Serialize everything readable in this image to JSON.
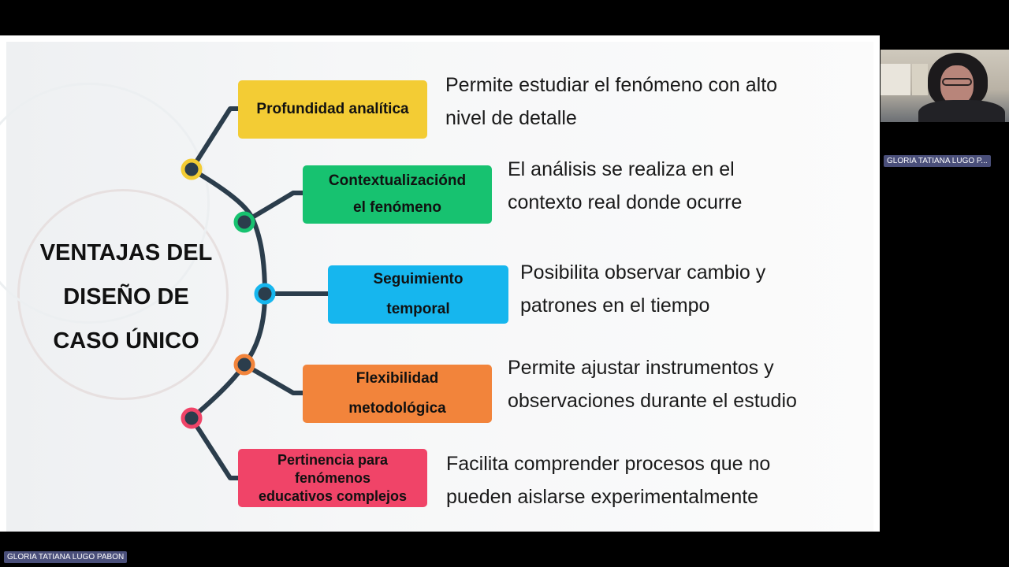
{
  "slide": {
    "title_lines": [
      "VENTAJAS DEL",
      "DISEÑO DE",
      "CASO ÚNICO"
    ],
    "items": [
      {
        "label_lines": [
          "Profundidad analítica"
        ],
        "color": "#f3cc34",
        "node_color": "#f3cc34",
        "desc_lines": [
          "Permite estudiar el fenómeno con alto",
          "nivel de detalle"
        ]
      },
      {
        "label_lines": [
          "Contextualizaciónd",
          "el fenómeno"
        ],
        "color": "#17c270",
        "node_color": "#17c270",
        "desc_lines": [
          "El análisis se realiza en el",
          "contexto real donde ocurre"
        ]
      },
      {
        "label_lines": [
          "Seguimiento",
          "temporal"
        ],
        "color": "#16b6ee",
        "node_color": "#16b6ee",
        "desc_lines": [
          "Posibilita observar cambio y",
          "patrones en el tiempo"
        ]
      },
      {
        "label_lines": [
          "Flexibilidad",
          "metodológica"
        ],
        "color": "#f2843b",
        "node_color": "#f2843b",
        "desc_lines": [
          "Permite ajustar instrumentos y",
          "observaciones durante el estudio"
        ]
      },
      {
        "label_lines": [
          "Pertinencia para",
          "fenómenos",
          "educativos complejos"
        ],
        "color": "#f04468",
        "node_color": "#f04468",
        "desc_lines": [
          "Facilita comprender procesos que no",
          "pueden aislarse experimentalmente"
        ]
      }
    ],
    "tree_color": "#2b3d4c"
  },
  "participants": {
    "webcam_name": "GLORIA TATIANA LUGO P...",
    "presenter_name": "GLORIA TATIANA LUGO PABON"
  }
}
